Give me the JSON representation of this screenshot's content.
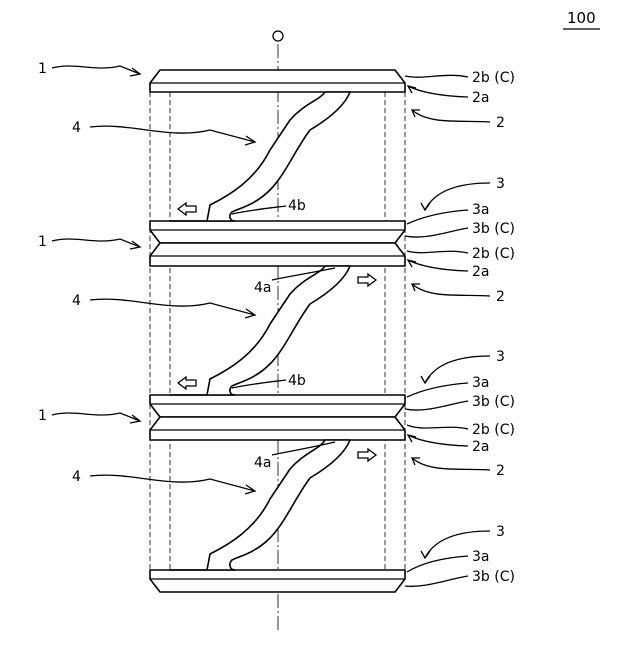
{
  "figure": {
    "number": "100",
    "axis_label": "O"
  },
  "labels": {
    "l1": "1",
    "l2": "2",
    "l3": "3",
    "l4": "4",
    "l2a": "2a",
    "l2b": "2b (C)",
    "l3a": "3a",
    "l3b": "3b (C)",
    "l4a": "4a",
    "l4b": "4b"
  }
}
